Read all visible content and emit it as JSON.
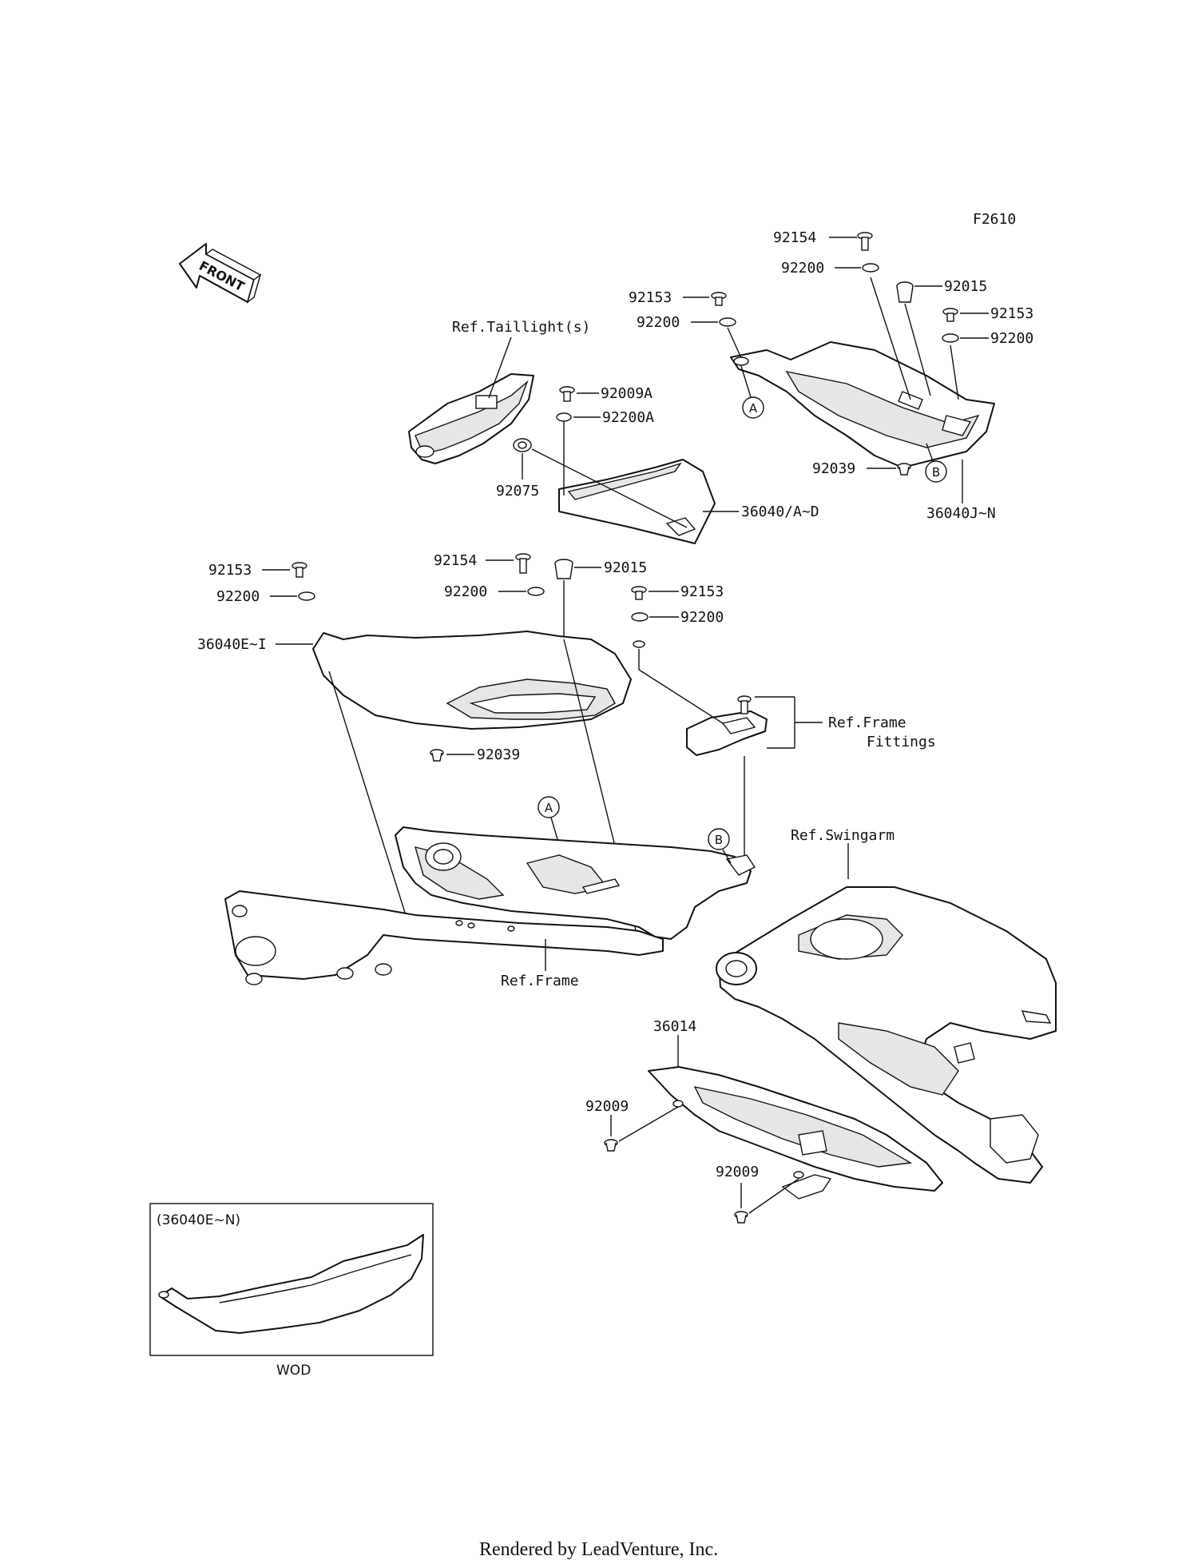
{
  "figure_code": "F2610",
  "front_arrow_label": "FRONT",
  "labels": {
    "p92154_top": "92154",
    "p92200_top": "92200",
    "p92015_top": "92015",
    "p92153_tl": "92153",
    "p92200_tl": "92200",
    "p92153_tr": "92153",
    "p92200_tr": "92200",
    "ref_taillight": "Ref.Taillight(s)",
    "p92009A": "92009A",
    "p92200A": "92200A",
    "p92075": "92075",
    "p36040AD": "36040/A~D",
    "p92039_top": "92039",
    "p36040JN": "36040J~N",
    "p92153_left": "92153",
    "p92200_left": "92200",
    "p92154_mid": "92154",
    "p92015_mid": "92015",
    "p92200_mid": "92200",
    "p92153_mid": "92153",
    "p92200_mid2": "92200",
    "p36040EI": "36040E~I",
    "p92039_mid": "92039",
    "ref_frame_fittings_1": "Ref.Frame",
    "ref_frame_fittings_2": "Fittings",
    "ref_swingarm": "Ref.Swingarm",
    "ref_frame": "Ref.Frame",
    "p36014": "36014",
    "p92009_a": "92009",
    "p92009_b": "92009",
    "inset_title": "(36040E~N)",
    "inset_caption": "WOD"
  },
  "callouts": {
    "a_top": "A",
    "b_top": "B",
    "a_frame": "A",
    "b_frame": "B"
  },
  "footer": "Rendered by LeadVenture, Inc."
}
